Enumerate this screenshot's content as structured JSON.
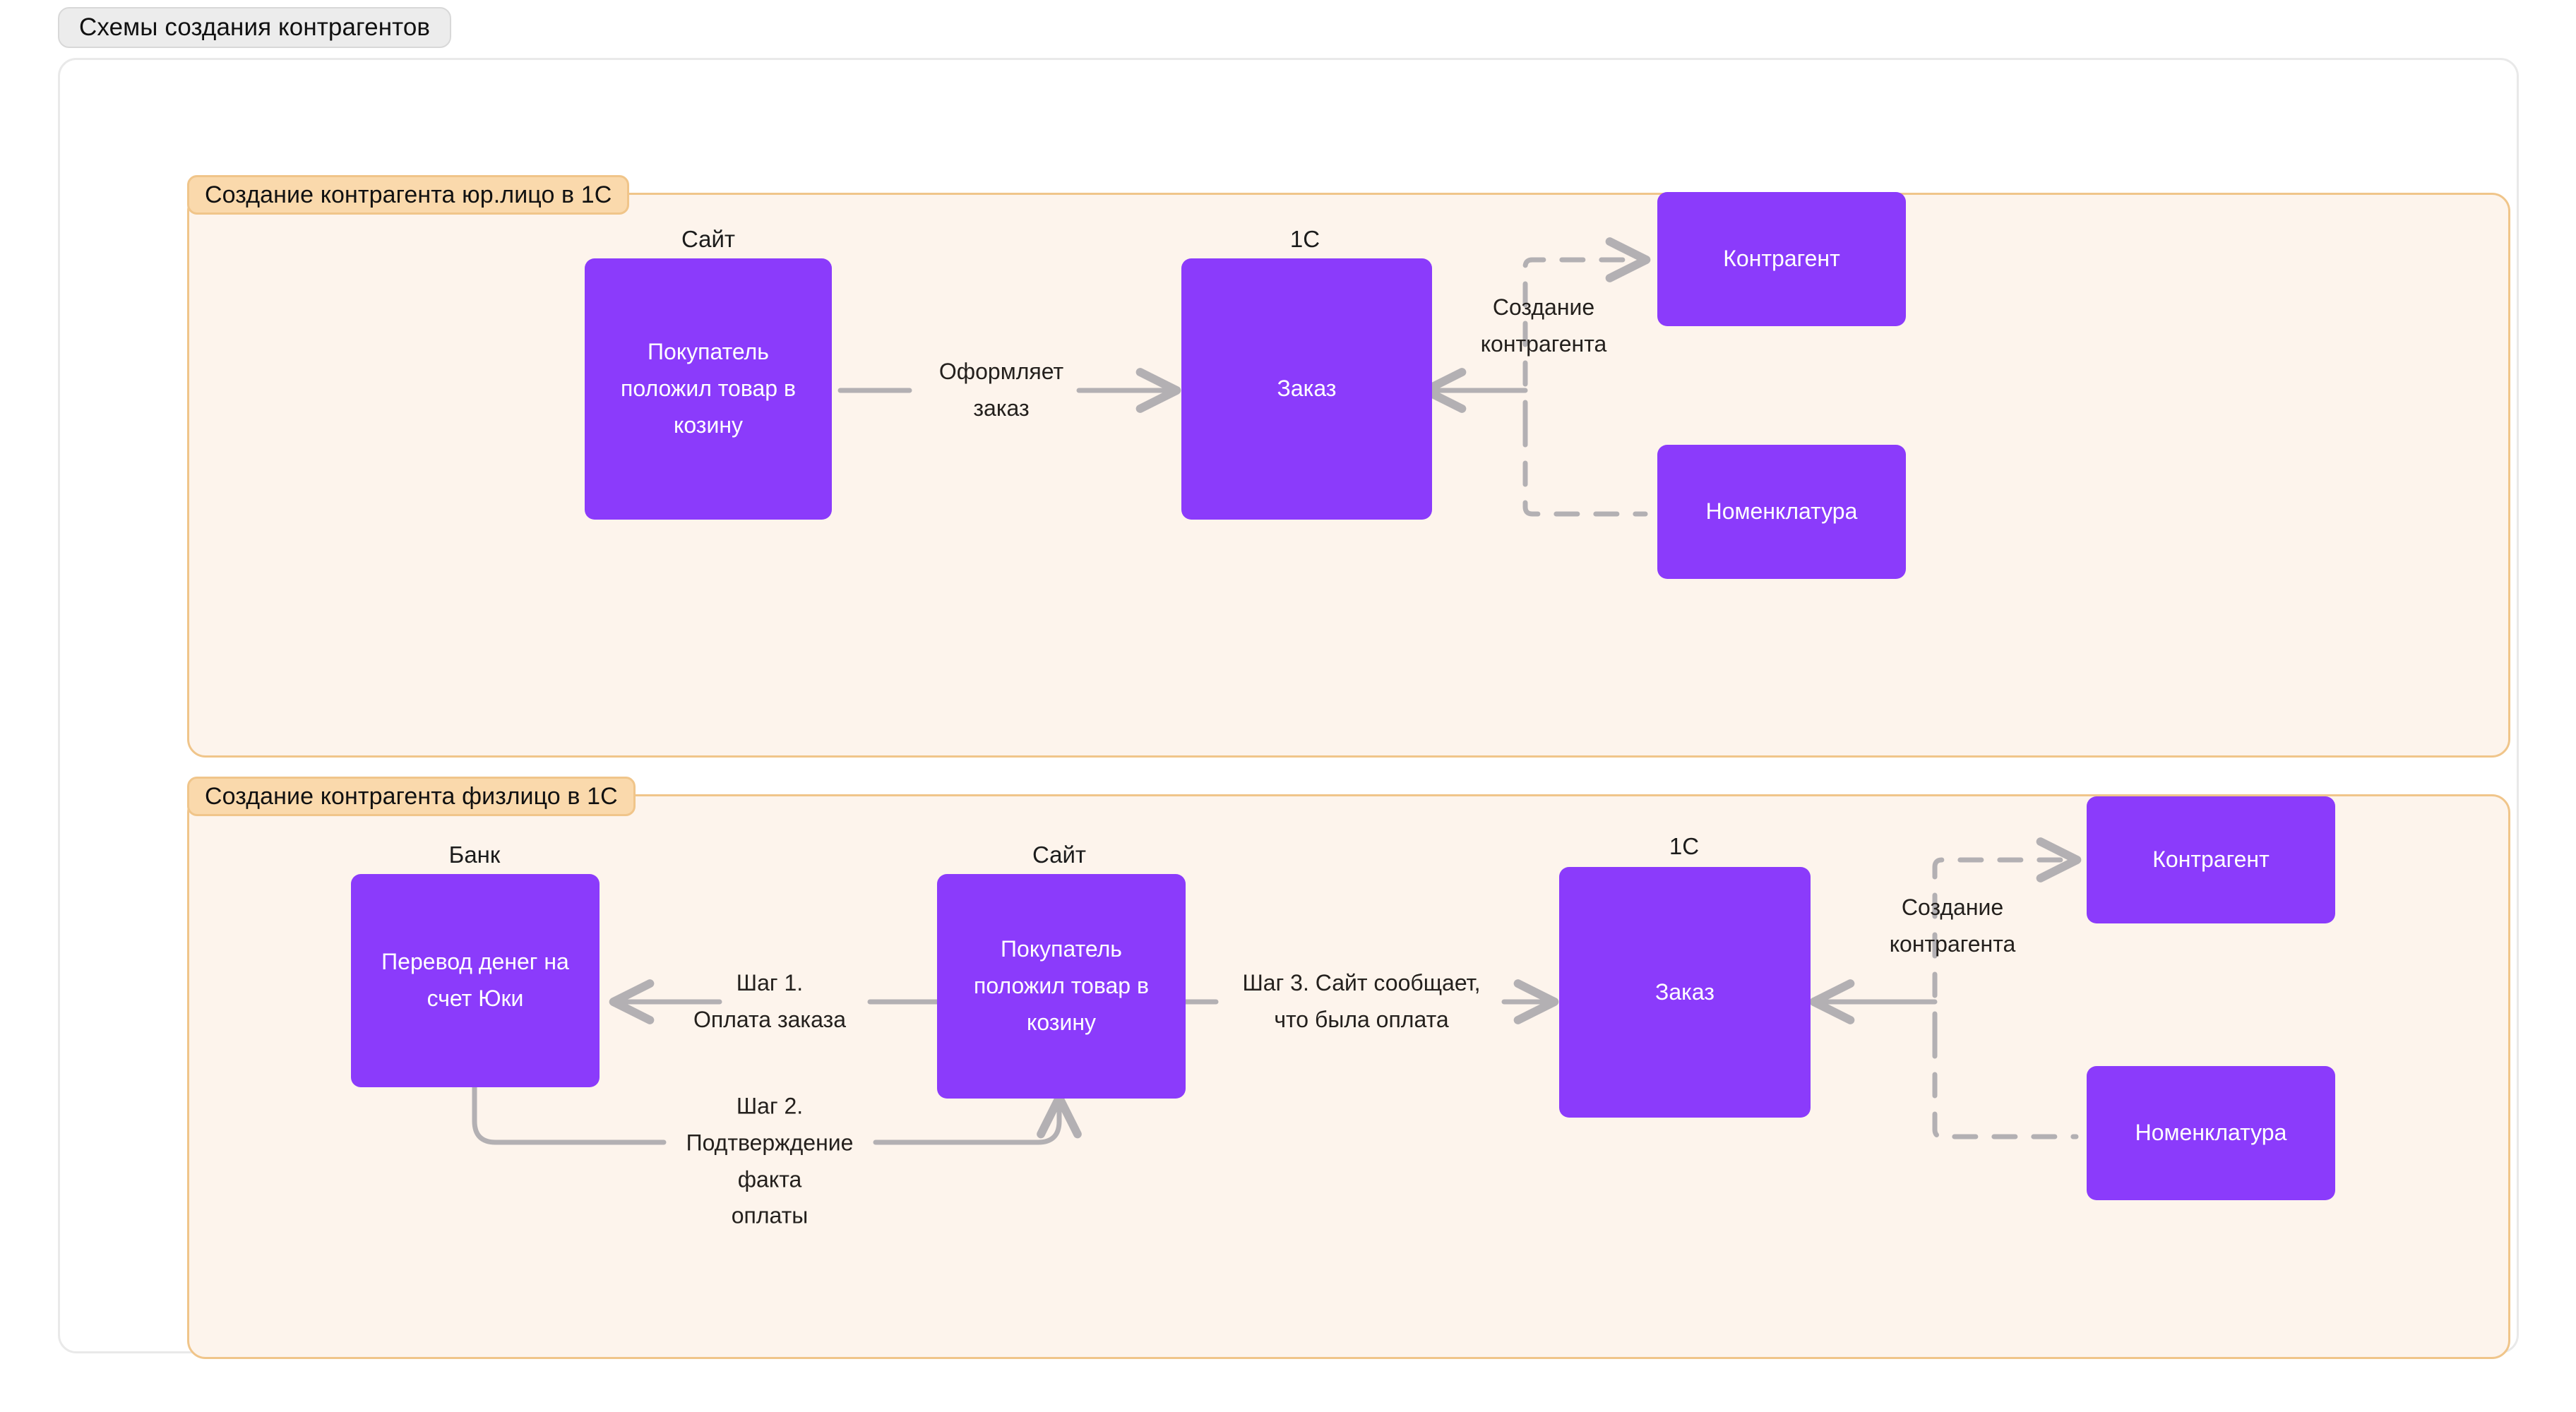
{
  "window": {
    "title_chip": "Схемы создания контрагентов"
  },
  "card": {
    "groups": [
      {
        "id": "group-0",
        "header": "Создание контрагента юр.лицо в 1С",
        "nodes": [
          {
            "id": "d1-site",
            "caption": "Сайт",
            "label": "Покупатель\nположил товар в\nкозину"
          },
          {
            "id": "d1-order",
            "caption": "1С",
            "label": "Заказ"
          },
          {
            "id": "d1-contr",
            "caption": "",
            "label": "Контрагент"
          },
          {
            "id": "d1-nomen",
            "caption": "",
            "label": "Номенклатура"
          }
        ],
        "edges": [
          {
            "id": "d1-e1",
            "label": "Оформляет\nзаказ",
            "style": "solid"
          },
          {
            "id": "d1-e2",
            "label": "Создание\nконтрагента",
            "style": "dashed"
          }
        ]
      },
      {
        "id": "group-1",
        "header": "Создание контрагента физлицо в 1С",
        "nodes": [
          {
            "id": "d2-bank",
            "caption": "Банк",
            "label": "Перевод денег на\nсчет Юки"
          },
          {
            "id": "d2-site",
            "caption": "Сайт",
            "label": "Покупатель\nположил товар в\nкозину"
          },
          {
            "id": "d2-order",
            "caption": "1С",
            "label": "Заказ"
          },
          {
            "id": "d2-contr",
            "caption": "",
            "label": "Контрагент"
          },
          {
            "id": "d2-nomen",
            "caption": "",
            "label": "Номенклатура"
          }
        ],
        "edges": [
          {
            "id": "d2-e1",
            "label": "Шаг 1.\nОплата заказа",
            "style": "solid"
          },
          {
            "id": "d2-e2",
            "label": "Шаг 2.\nПодтверждение\nфакта\nоплаты",
            "style": "solid"
          },
          {
            "id": "d2-e3",
            "label": "Шаг 3. Сайт сообщает,\nчто была оплата",
            "style": "solid"
          },
          {
            "id": "d2-e4",
            "label": "Создание\nконтрагента",
            "style": "dashed"
          }
        ]
      }
    ]
  },
  "colors": {
    "node_fill": "#8B3BFB",
    "node_text": "#FFFFFF",
    "group_bg": "#FDF4EC",
    "group_border": "#F0C58A",
    "group_header_bg": "#FAD9AC",
    "card_bg": "#FFFFFF",
    "card_border": "#E9E9E9",
    "wire": "#B3B0B3",
    "title_chip_bg": "#ECECEC",
    "page_bg": "#FFFFFF"
  }
}
